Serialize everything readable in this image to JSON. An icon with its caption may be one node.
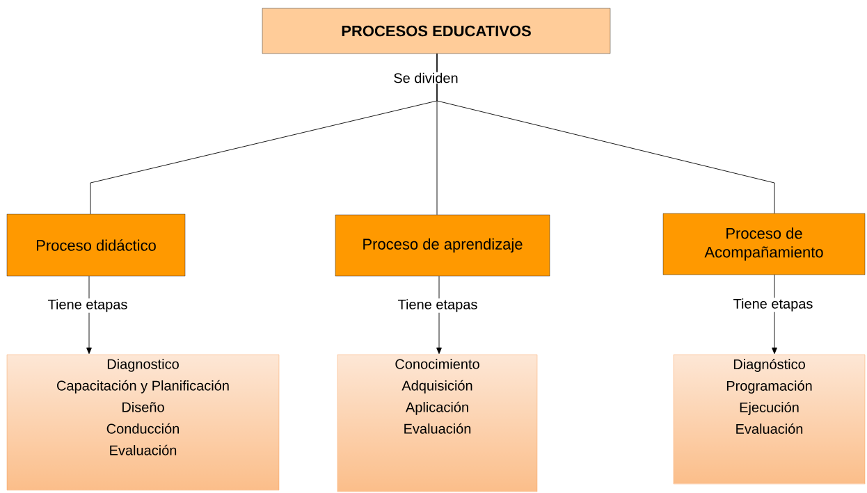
{
  "diagram": {
    "nodes": [
      {
        "text": [
          "PROCESOS EDUCATIVOS"
        ]
      },
      {
        "text": [
          "Proceso didáctico"
        ]
      },
      {
        "text": [
          "Proceso de aprendizaje"
        ]
      },
      {
        "text": [
          "Proceso de Acompañamiento"
        ]
      },
      {
        "text": [
          "Diagnostico",
          "Capacitación y Planificación",
          "Diseño",
          "Conducción",
          "Evaluación"
        ]
      },
      {
        "text": [
          "Conocimiento",
          "Adquisición",
          "Aplicación",
          "Evaluación"
        ]
      },
      {
        "text": [
          "Diagnóstico",
          "Programación",
          "Ejecución",
          "Evaluación"
        ]
      }
    ],
    "edges": [
      {
        "from": 0,
        "to": 1,
        "arrow": "none"
      },
      {
        "from": 0,
        "to": 2,
        "arrow": "none",
        "label": "Se dividen"
      },
      {
        "from": 0,
        "to": 3,
        "arrow": "none"
      },
      {
        "from": 1,
        "to": 4,
        "arrow": "to",
        "label": "Tiene etapas"
      },
      {
        "from": 2,
        "to": 5,
        "arrow": "to",
        "label": "Tiene etapas"
      },
      {
        "from": 3,
        "to": 6,
        "arrow": "to",
        "label": "Tiene etapas"
      }
    ]
  }
}
